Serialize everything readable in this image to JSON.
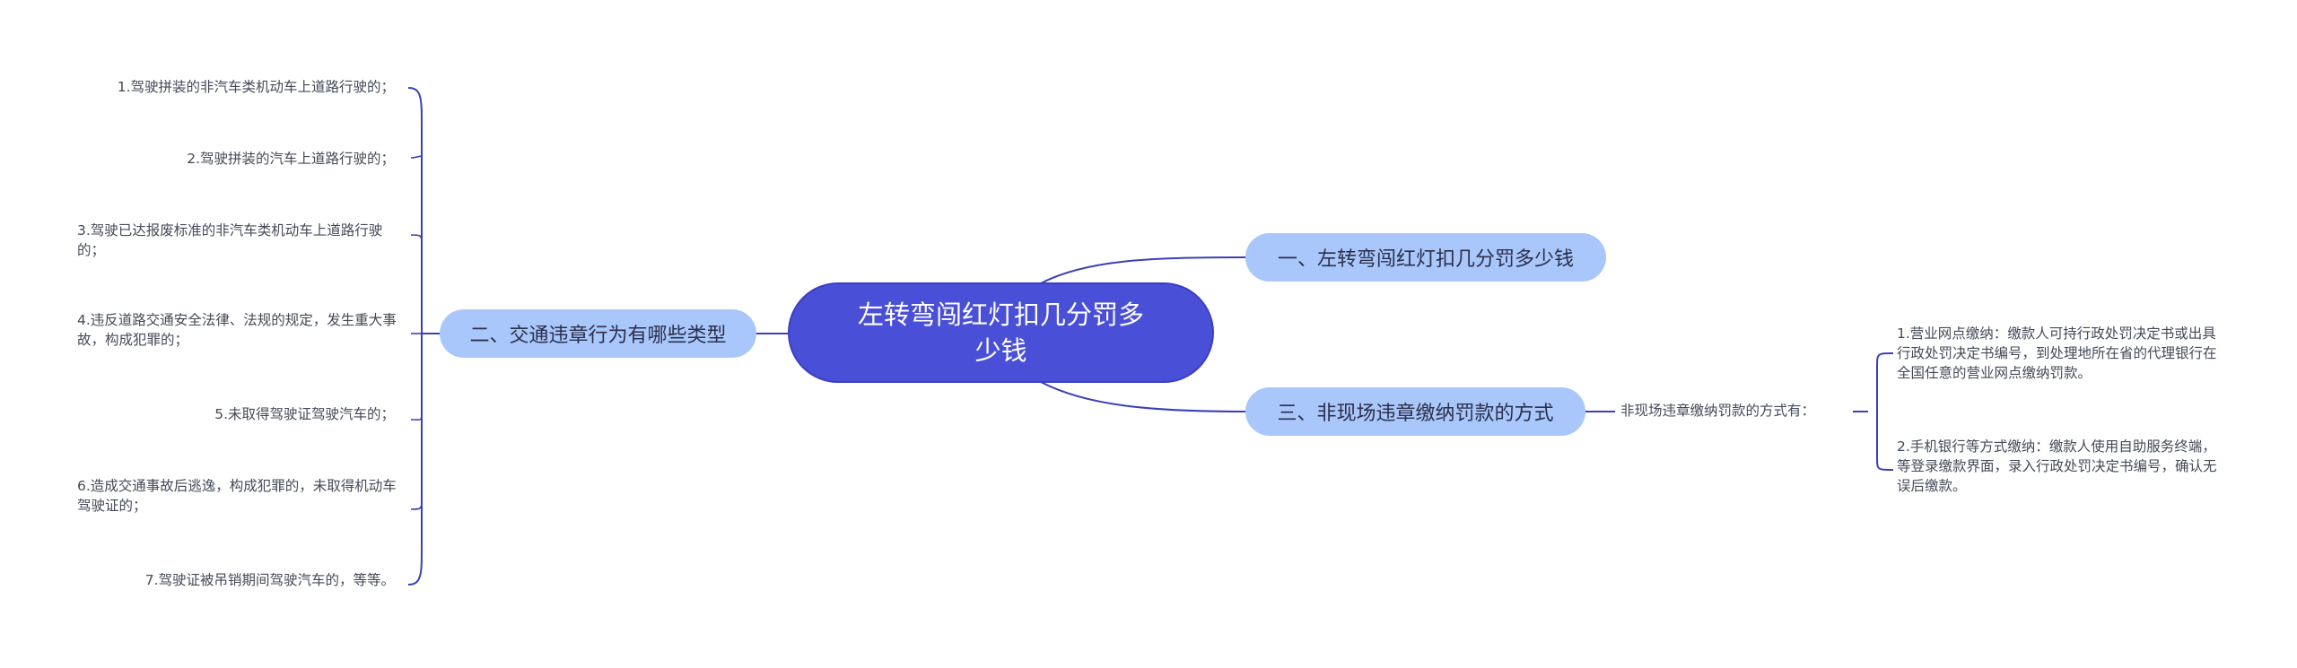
{
  "central": {
    "label": "左转弯闯红灯扣几分罚多少钱"
  },
  "branches": {
    "b1": {
      "label": "一、左转弯闯红灯扣几分罚多少钱"
    },
    "b2": {
      "label": "二、交通违章行为有哪些类型",
      "items": [
        "1.驾驶拼装的非汽车类机动车上道路行驶的；",
        "2.驾驶拼装的汽车上道路行驶的；",
        "3.驾驶已达报废标准的非汽车类机动车上道路行驶的；",
        "4.违反道路交通安全法律、法规的规定，发生重大事故，构成犯罪的；",
        "5.未取得驾驶证驾驶汽车的；",
        "6.造成交通事故后逃逸，构成犯罪的，未取得机动车驾驶证的；",
        "7.驾驶证被吊销期间驾驶汽车的，等等。"
      ]
    },
    "b3": {
      "label": "三、非现场违章缴纳罚款的方式",
      "sub": {
        "label": "非现场违章缴纳罚款的方式有：",
        "items": [
          "1.营业网点缴纳：缴款人可持行政处罚决定书或出具行政处罚决定书编号，到处理地所在省的代理银行在全国任意的营业网点缴纳罚款。",
          "2.手机银行等方式缴纳：缴款人使用自助服务终端，等登录缴款界面，录入行政处罚决定书编号，确认无误后缴款。"
        ]
      }
    }
  },
  "colors": {
    "central_fill": "#4a4fd8",
    "branch_fill": "#a9c7fb",
    "connector": "#3b3fb8"
  }
}
